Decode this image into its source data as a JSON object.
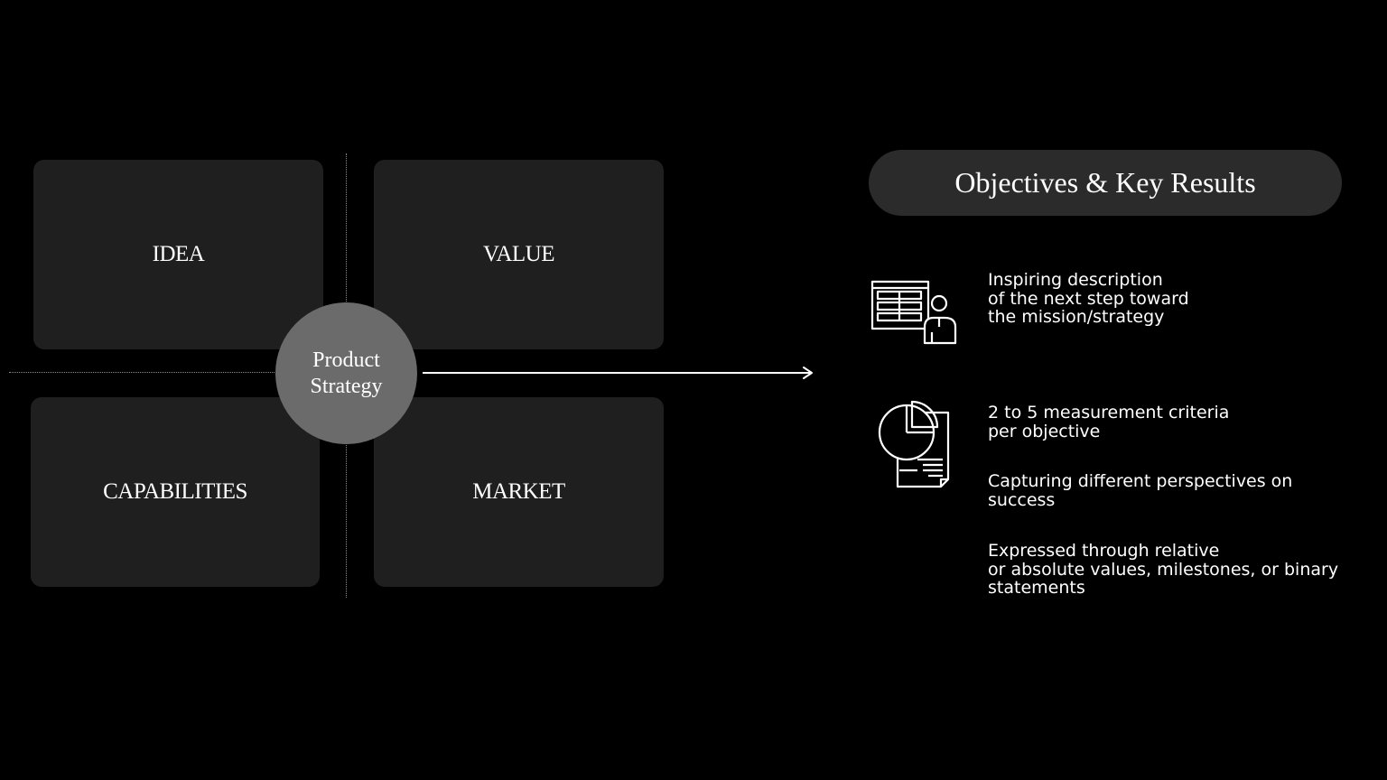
{
  "quadrants": {
    "idea": "IDEA",
    "value": "VALUE",
    "capabilities": "CAPABILITIES",
    "market": "MARKET"
  },
  "hub": {
    "line1": "Product",
    "line2": "Strategy"
  },
  "okr": {
    "title": "Objectives & Key Results",
    "objective_text": "Inspiring description\nof the next step toward\nthe mission/strategy",
    "key_results": [
      "2 to 5 measurement criteria\nper objective",
      "Capturing different perspectives on\nsuccess",
      "Expressed through relative\nor absolute values, milestones, or binary\nstatements"
    ]
  },
  "icons": {
    "objective": "presentation-board-person-icon",
    "key_results": "pie-chart-document-icon"
  },
  "colors": {
    "background": "#000000",
    "box": "#1f1f1f",
    "hub": "#6b6b6b",
    "pill": "#2b2b2b",
    "text": "#ffffff"
  }
}
